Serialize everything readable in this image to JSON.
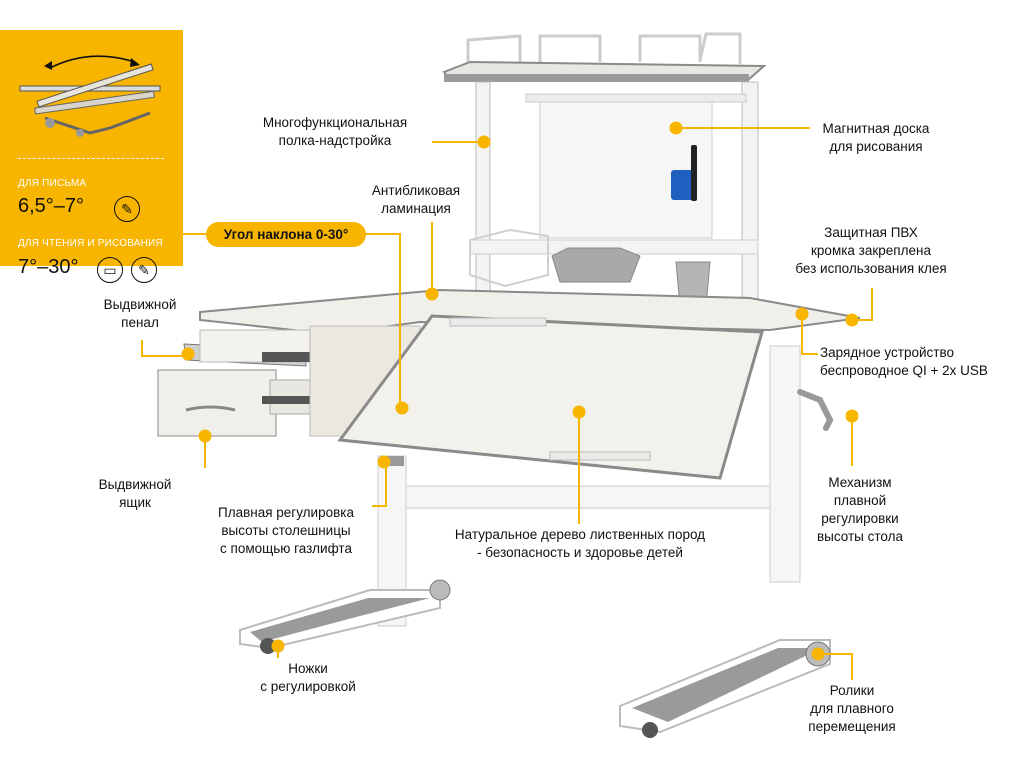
{
  "angle_panel": {
    "writing_caption": "ДЛЯ ПИСЬМА",
    "writing_angle": "6,5°–7°",
    "reading_caption": "ДЛЯ ЧТЕНИЯ И РИСОВАНИЯ",
    "reading_angle": "7°–30°"
  },
  "tilt_badge": "Угол наклона 0-30°",
  "callouts": {
    "shelf": [
      "Многофункциональная",
      "полка-надстройка"
    ],
    "board": [
      "Магнитная доска",
      "для рисования"
    ],
    "lamination": [
      "Антибликовая",
      "ламинация"
    ],
    "pvc_edge": [
      "Защитная ПВХ",
      "кромка закреплена",
      "без использования клея"
    ],
    "pencil_case": [
      "Выдвижной",
      "пенал"
    ],
    "charger": [
      "Зарядное устройство",
      "беспроводное QI + 2x USB"
    ],
    "drawer": [
      "Выдвижной",
      "ящик"
    ],
    "mechanism": [
      "Механизм",
      "плавной",
      "регулировки",
      "высоты стола"
    ],
    "gaslift": [
      "Плавная регулировка",
      "высоты столешницы",
      "с помощью газлифта"
    ],
    "wood": [
      "Натуральное дерево лиственных пород",
      "- безопасность и здоровье детей"
    ],
    "legs": [
      "Ножки",
      "с регулировкой"
    ],
    "rollers": [
      "Ролики",
      "для плавного",
      "перемещения"
    ]
  },
  "colors": {
    "accent": "#f7b500",
    "frame": "#8a8a8a",
    "desk": "#f1efea"
  }
}
